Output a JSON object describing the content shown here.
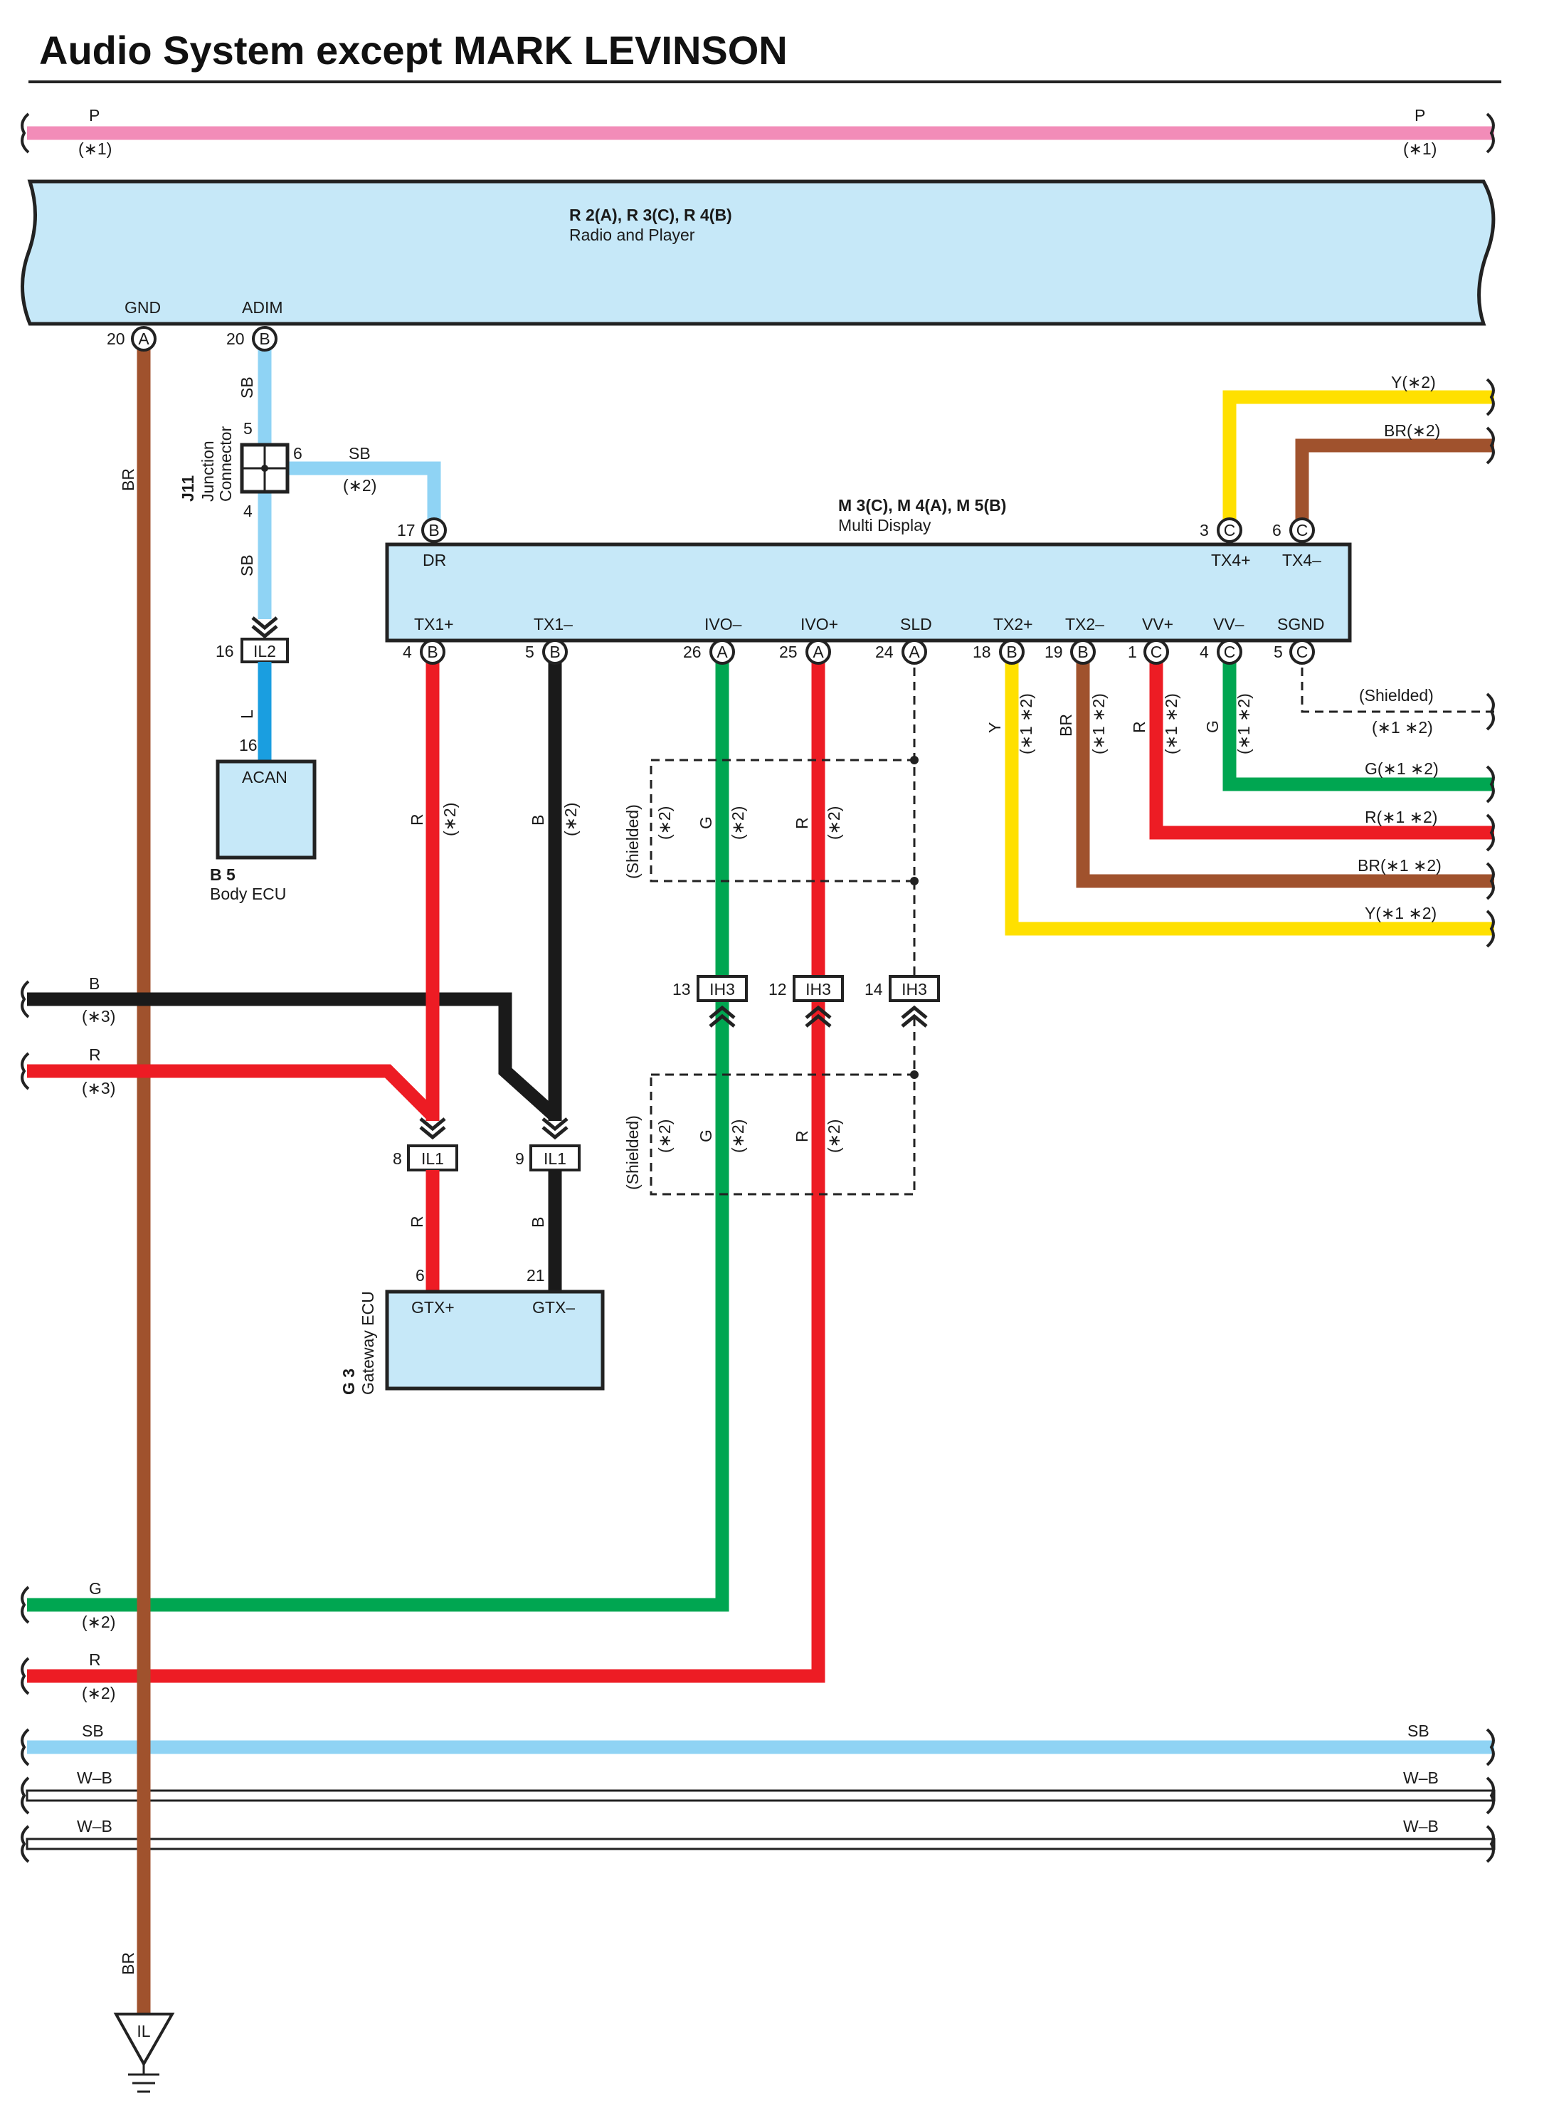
{
  "title": "Audio System except MARK LEVINSON",
  "colors": {
    "P": "#f28cb8",
    "SB": "#8fd3f4",
    "L": "#1a9ee0",
    "BR": "#a0522d",
    "R": "#ed1c24",
    "B": "#1a1a1a",
    "G": "#00a651",
    "Y": "#ffe000",
    "box": "#c6e8f8"
  },
  "components": {
    "radio": {
      "code": "R 2(A), R 3(C), R 4(B)",
      "name": "Radio and Player",
      "gnd": "GND",
      "adim": "ADIM"
    },
    "multi_display": {
      "code": "M 3(C), M 4(A), M 5(B)",
      "name": "Multi Display",
      "terminals": {
        "dr": "DR",
        "tx4p": "TX4+",
        "tx4m": "TX4–",
        "tx1p": "TX1+",
        "tx1m": "TX1–",
        "ivom": "IVO–",
        "ivop": "IVO+",
        "sld": "SLD",
        "tx2p": "TX2+",
        "tx2m": "TX2–",
        "vvp": "VV+",
        "vvm": "VV–",
        "sgnd": "SGND"
      }
    },
    "junction": {
      "code": "J11",
      "name_line1": "Junction",
      "name_line2": "Connector"
    },
    "body_ecu": {
      "code": "B 5",
      "name": "Body ECU",
      "terminal": "ACAN"
    },
    "gateway": {
      "code": "G 3",
      "name": "Gateway ECU",
      "tx_p": "GTX+",
      "tx_m": "GTX–"
    },
    "ground": {
      "label": "IL"
    }
  },
  "connectors": {
    "il2": "IL2",
    "ih3": "IH3",
    "il1": "IL1"
  },
  "pins": {
    "p20": "20",
    "p5": "5",
    "p6": "6",
    "p4": "4",
    "p16": "16",
    "p17": "17",
    "p3": "3",
    "p26": "26",
    "p25": "25",
    "p24": "24",
    "p18": "18",
    "p19": "19",
    "p1": "1",
    "p13": "13",
    "p12": "12",
    "p14": "14",
    "p8": "8",
    "p9": "9",
    "p21": "21"
  },
  "letters": {
    "A": "A",
    "B": "B",
    "C": "C"
  },
  "wires": {
    "P": "P",
    "SB": "SB",
    "L": "L",
    "BR": "BR",
    "R": "R",
    "B": "B",
    "G": "G",
    "Y": "Y",
    "WB": "W–B",
    "Y2": "Y(∗2)",
    "BR2": "BR(∗2)",
    "G12": "G(∗1 ∗2)",
    "R12": "R(∗1 ∗2)",
    "BR12": "BR(∗1 ∗2)",
    "Y12": "Y(∗1 ∗2)"
  },
  "notes": {
    "n1": "(∗1)",
    "n2": "(∗2)",
    "n3": "(∗3)",
    "n12": "(∗1 ∗2)",
    "shielded": "(Shielded)"
  }
}
